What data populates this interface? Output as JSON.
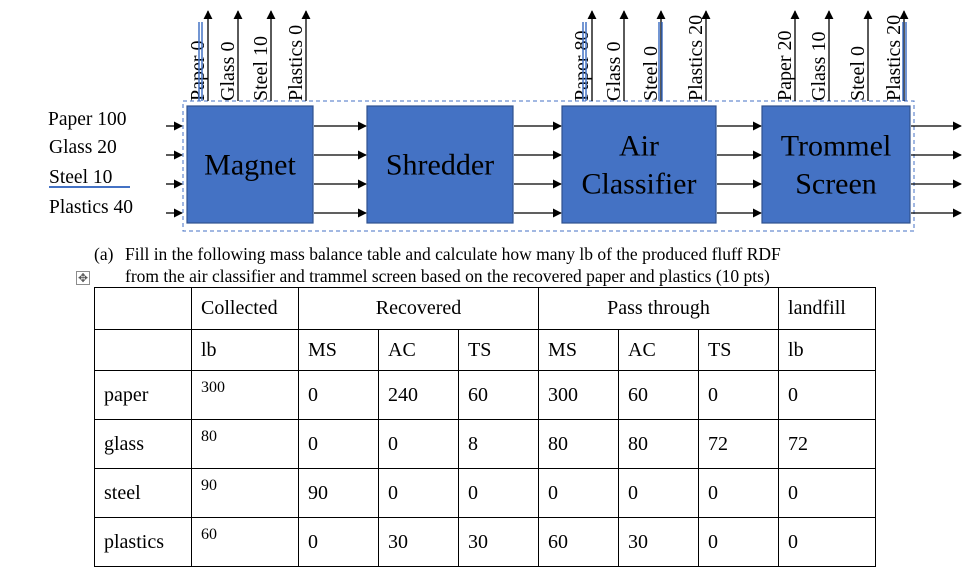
{
  "flow": {
    "inputs": [
      {
        "label": "Paper 100"
      },
      {
        "label": "Glass 20"
      },
      {
        "label": "Steel  10"
      },
      {
        "label": "Plastics 40"
      }
    ],
    "units": [
      "Magnet",
      "Shredder",
      "Air Classifier",
      "Trommel Screen"
    ],
    "unit_lines": [
      [
        "Magnet"
      ],
      [
        "Shredder"
      ],
      [
        "Air",
        "Classifier"
      ],
      [
        "Trommel",
        "Screen"
      ]
    ],
    "magnet_outputs": [
      "Paper  0",
      "Glass 0",
      "Steel   10",
      "Plastics 0"
    ],
    "air_classifier_outputs": [
      "Paper  80",
      "Glass 0",
      "Steel  0",
      "Plastics 20"
    ],
    "trommel_outputs": [
      "Paper 20",
      "Glass 10",
      "Steel  0",
      "Plastics 20"
    ]
  },
  "question": {
    "number": "(a)",
    "line1": "Fill in the following mass balance table and calculate how many lb of the produced fluff RDF",
    "line2": "from the air classifier and trammel screen based on the recovered paper and plastics (10 pts)"
  },
  "table": {
    "group_headers": [
      "",
      "Collected",
      "Recovered",
      "Pass through",
      "landfill"
    ],
    "sub_headers": [
      "",
      "lb",
      "MS",
      "AC",
      "TS",
      "MS",
      "AC",
      "TS",
      "lb"
    ],
    "rows": [
      {
        "label": "paper",
        "collected": "300",
        "values": [
          "0",
          "240",
          "60",
          "300",
          "60",
          "0",
          "0"
        ]
      },
      {
        "label": "glass",
        "collected": "80",
        "values": [
          "0",
          "0",
          "8",
          "80",
          "80",
          "72",
          "72"
        ]
      },
      {
        "label": "steel",
        "collected": "90",
        "values": [
          "90",
          "0",
          "0",
          "0",
          "0",
          "0",
          "0"
        ]
      },
      {
        "label": "plastics",
        "collected": "60",
        "values": [
          "0",
          "30",
          "30",
          "60",
          "30",
          "0",
          "0"
        ]
      }
    ]
  },
  "colors": {
    "box_fill": "#4472C4",
    "box_stroke": "#2F528F",
    "underline": "#4472C4",
    "dashed": "#4472C4"
  }
}
